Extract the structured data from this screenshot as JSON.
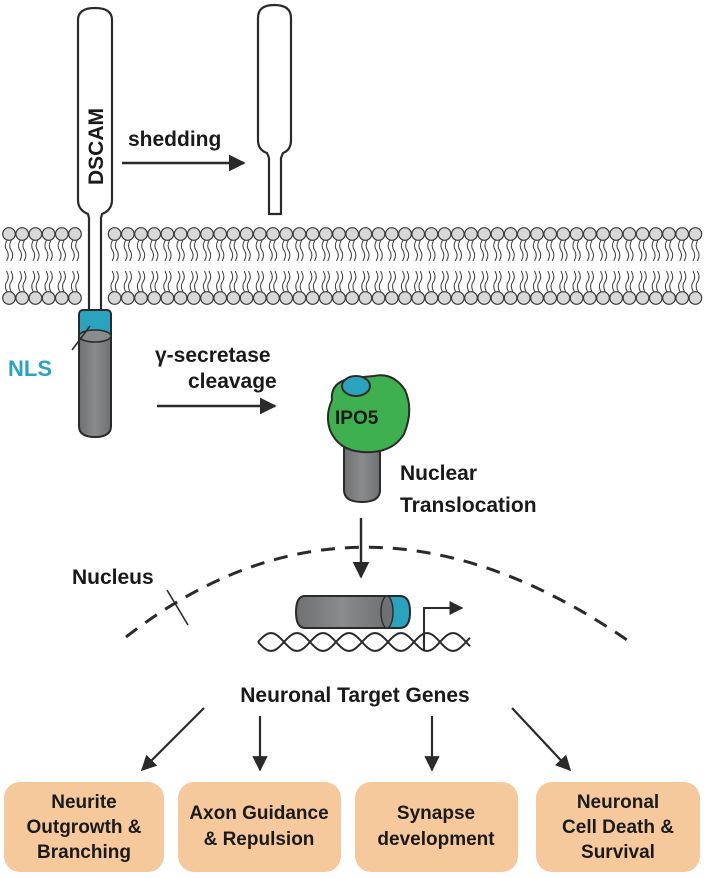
{
  "labels": {
    "dscam": "DSCAM",
    "shedding": "shedding",
    "nls": "NLS",
    "gamma_line1": "γ-secretase",
    "gamma_line2": "cleavage",
    "ipo5": "IPO5",
    "nuclear_line1": "Nuclear",
    "nuclear_line2": "Translocation",
    "nucleus": "Nucleus",
    "target_genes": "Neuronal Target Genes"
  },
  "boxes": [
    {
      "lines": [
        "Neurite",
        "Outgrowth &",
        "Branching"
      ]
    },
    {
      "lines": [
        "Axon Guidance",
        "& Repulsion"
      ]
    },
    {
      "lines": [
        "Synapse",
        "development"
      ]
    },
    {
      "lines": [
        "Neuronal",
        "Cell Death &",
        "Survival"
      ]
    }
  ],
  "colors": {
    "nls_teal": "#2aa3bf",
    "ipo5_green": "#3fb04f",
    "domain_gray": "#7a7b7d",
    "box_fill": "#f6c99c",
    "ink": "#1a1a1a"
  }
}
